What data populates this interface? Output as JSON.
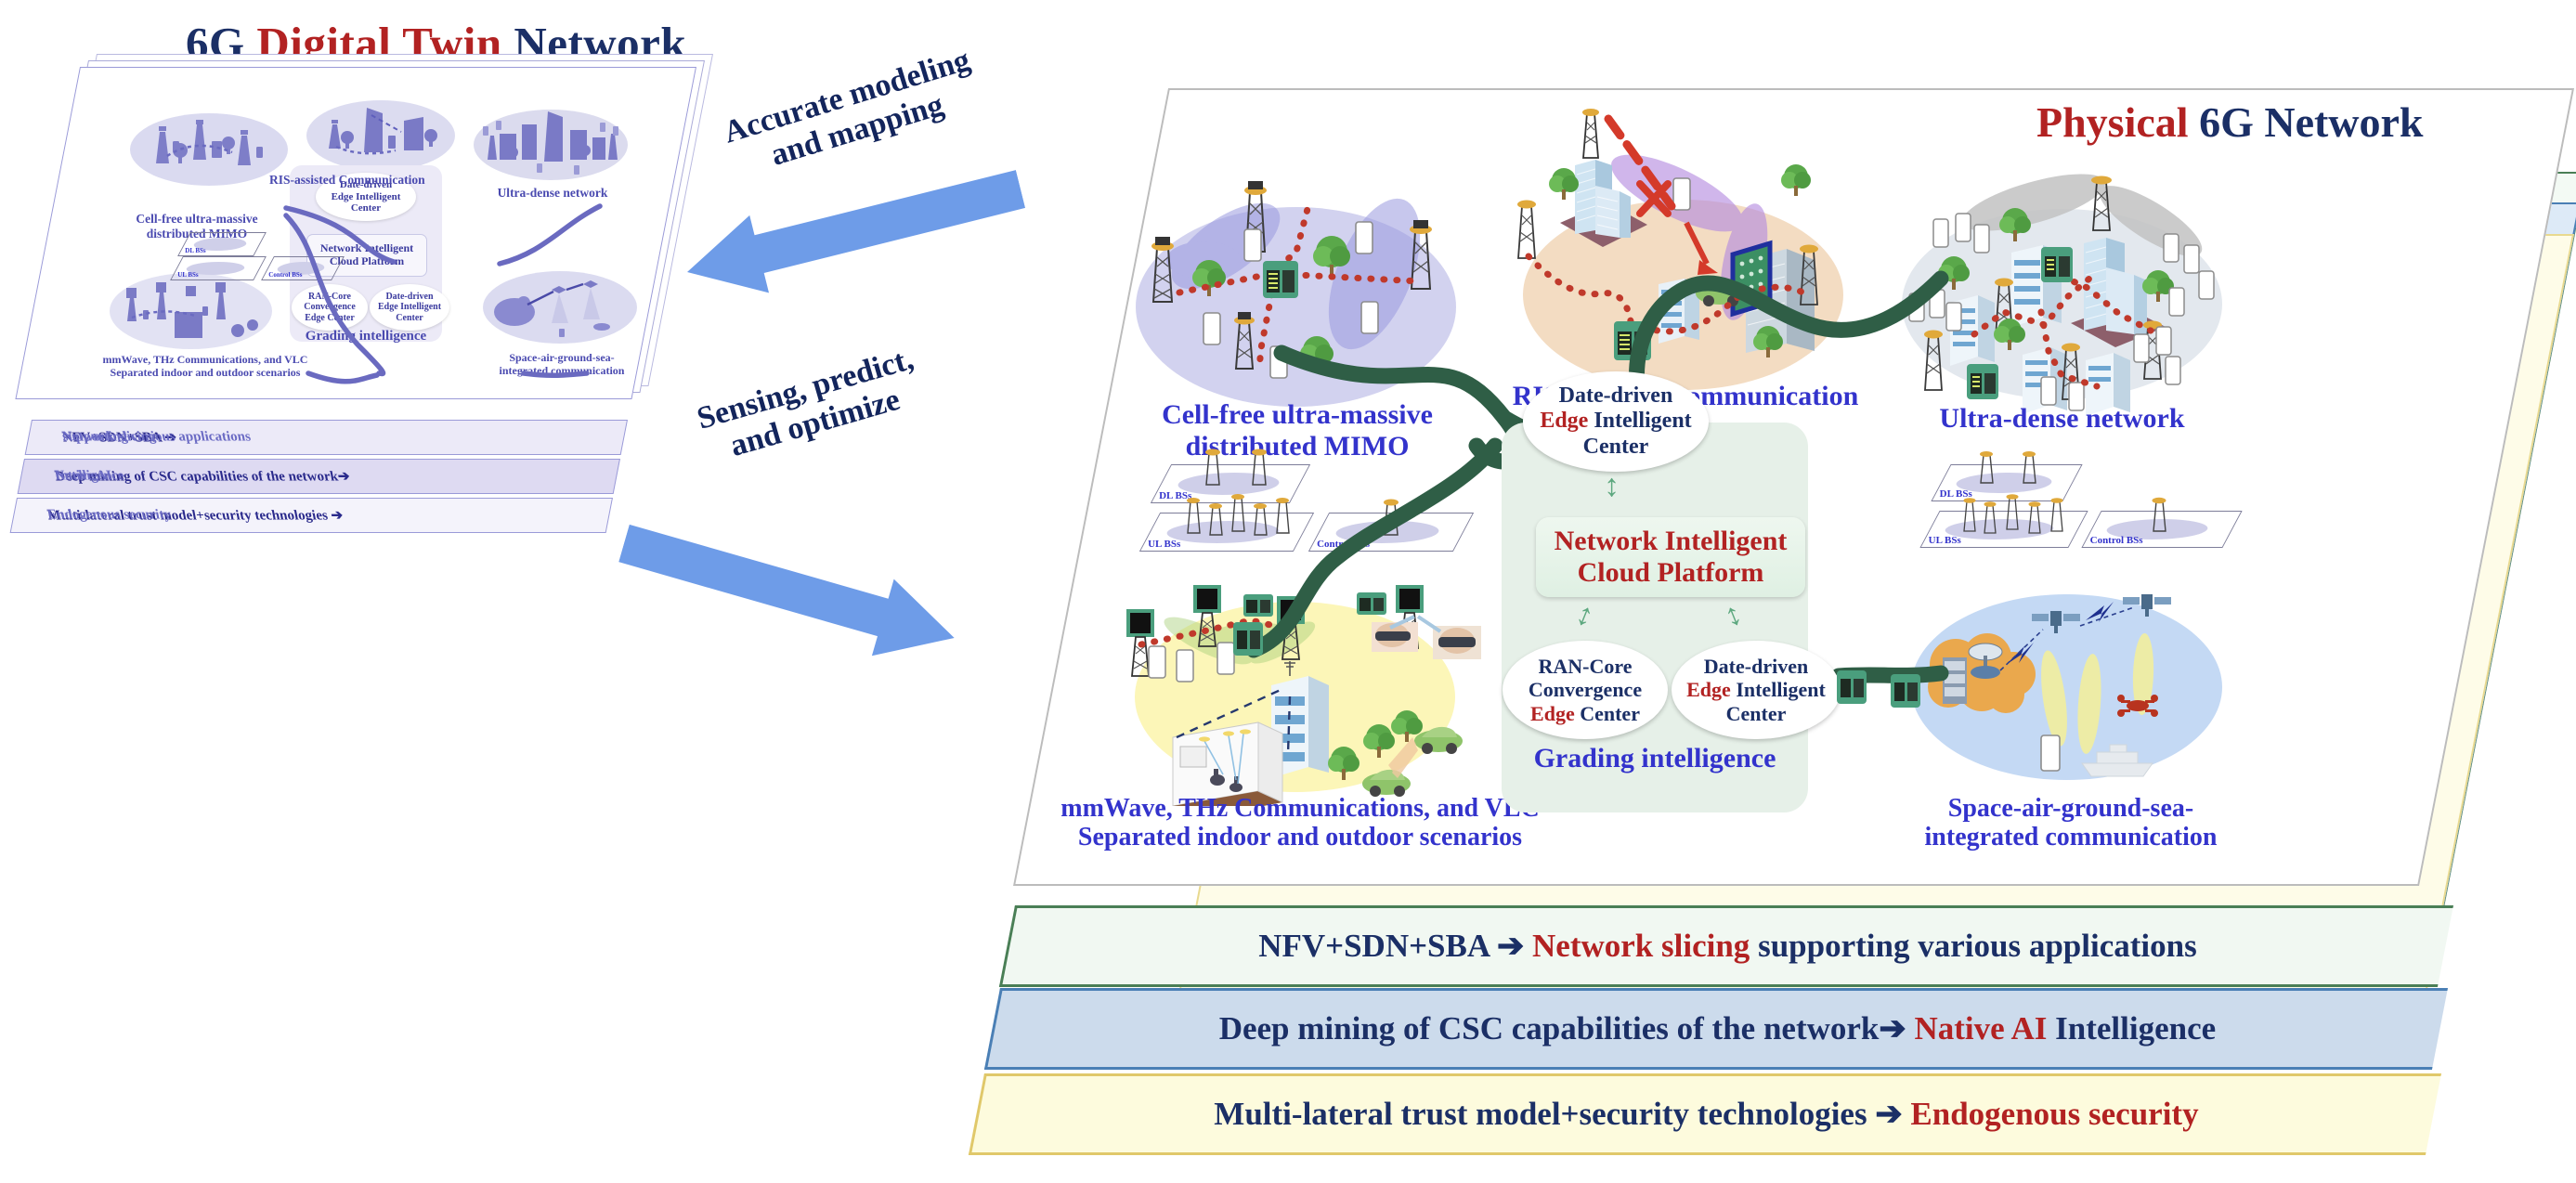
{
  "titles": {
    "twin_prefix": "6G ",
    "twin_accent": "Digital Twin",
    "twin_suffix": " Network",
    "physical_accent": "Physical",
    "physical_suffix": " 6G Network"
  },
  "transition_arrows": [
    {
      "name": "accurate-modeling",
      "line1": "Accurate modeling",
      "line2": "and mapping",
      "direction": "left"
    },
    {
      "name": "sensing-predict",
      "line1": "Sensing, predict,",
      "line2": "and optimize",
      "direction": "right"
    }
  ],
  "layers": [
    {
      "id": "slicing",
      "prefix": "NFV+SDN+SBA ➔ ",
      "accent": "Network slicing",
      "suffix": " supporting various applications",
      "color": "#4a7f56",
      "fill": "#f1f8f2"
    },
    {
      "id": "native-ai",
      "prefix": "Deep mining of CSC capabilities of the network➔ ",
      "accent": "Native AI",
      "suffix": " Intelligence",
      "color": "#4a7fb5",
      "fill": "#ccdbec"
    },
    {
      "id": "security",
      "prefix": "Multi-lateral trust model+security technologies ➔ ",
      "accent": "Endogenous security",
      "suffix": "",
      "color": "#e0c86a",
      "fill": "#fdfbdd"
    }
  ],
  "scenes": [
    {
      "id": "cell-free",
      "line1": "Cell-free ultra-massive",
      "line2": "distributed MIMO",
      "fill": "#d2d2ef"
    },
    {
      "id": "ris",
      "line1": "RIS-assisted Communication",
      "line2": "",
      "fill": "#f3dcc2"
    },
    {
      "id": "ultra-dense",
      "line1": "Ultra-dense network",
      "line2": "",
      "fill": "#e3e8ee"
    },
    {
      "id": "mmwave",
      "line1": "mmWave, THz Communications, and VLC",
      "line2": "Separated indoor and outdoor scenarios",
      "fill": "#fcf6b8"
    },
    {
      "id": "space-air",
      "line1": "Space-air-ground-sea-",
      "line2": "integrated communication",
      "fill": "#c4d9f4"
    }
  ],
  "core": {
    "grading_label": "Grading intelligence",
    "cloud_platform": {
      "line1": "Network Intelligent",
      "line2": "Cloud Platform"
    },
    "nodes": [
      {
        "id": "edge-top",
        "l1": "Date-driven",
        "l2a": "Edge",
        "l2b": " Intelligent",
        "l3": "Center"
      },
      {
        "id": "ran-core",
        "l1": "RAN-Core",
        "l2a": "",
        "l2b": "Convergence",
        "l3a": "Edge",
        "l3b": " Center"
      },
      {
        "id": "edge-right",
        "l1": "Date-driven",
        "l2a": "Edge",
        "l2b": " Intelligent",
        "l3": "Center"
      }
    ]
  },
  "planes": [
    {
      "id": "dl-bs",
      "label": "DL BSs"
    },
    {
      "id": "ul-bs",
      "label": "UL BSs"
    },
    {
      "id": "control-bs",
      "label": "Control BSs"
    }
  ],
  "colors": {
    "navy": "#1b2f66",
    "red": "#b22222",
    "scene_label_blue": "#3333cc",
    "arrow_blue": "#6e9ce8",
    "pipe_green": "#2f5e46",
    "twin_violet": "#6b6bc4"
  }
}
